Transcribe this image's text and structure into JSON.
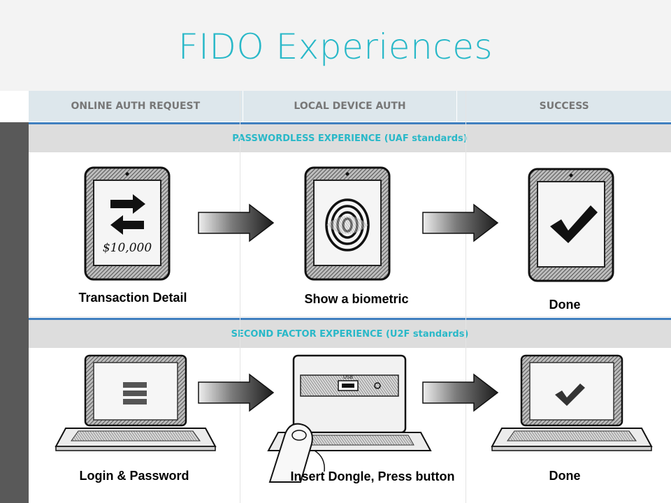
{
  "title": "FIDO Experiences",
  "columns": [
    "ONLINE AUTH REQUEST",
    "LOCAL DEVICE AUTH",
    "SUCCESS"
  ],
  "rows": [
    {
      "heading": "PASSWORDLESS EXPERIENCE (UAF standards)",
      "steps": [
        {
          "caption": "Transaction Detail",
          "icon": "tablet-transfer-icon",
          "screen_text": "$10,000"
        },
        {
          "caption": "Show a biometric",
          "icon": "tablet-fingerprint-icon"
        },
        {
          "caption": "Done",
          "icon": "tablet-checkmark-icon"
        }
      ]
    },
    {
      "heading": "SECOND FACTOR EXPERIENCE (U2F standards)",
      "steps": [
        {
          "caption": "Login & Password",
          "icon": "laptop-login-icon"
        },
        {
          "caption": "Insert Dongle, Press button",
          "icon": "laptop-usb-dongle-icon",
          "port_label": "USB"
        },
        {
          "caption": "Done",
          "icon": "laptop-checkmark-icon"
        }
      ]
    }
  ],
  "colors": {
    "title": "#29b8c8",
    "header_bg": "#dde7ec",
    "band_bg": "#dddddd",
    "rule": "#3f7fbf",
    "side_bar": "#595959"
  }
}
